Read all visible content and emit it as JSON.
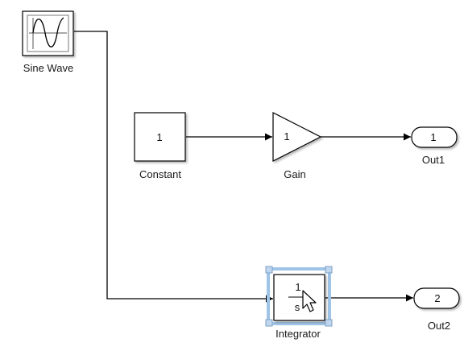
{
  "blocks": {
    "sine_wave": {
      "label": "Sine Wave"
    },
    "constant": {
      "label": "Constant",
      "value": "1"
    },
    "gain": {
      "label": "Gain",
      "value": "1"
    },
    "out1": {
      "label": "Out1",
      "port_number": "1"
    },
    "integrator": {
      "label": "Integrator",
      "numerator": "1",
      "denominator": "s"
    },
    "out2": {
      "label": "Out2",
      "port_number": "2"
    }
  },
  "colors": {
    "line": "#000000",
    "selection": "#9fc4e8",
    "selection_handle": "#bfd7ef"
  }
}
